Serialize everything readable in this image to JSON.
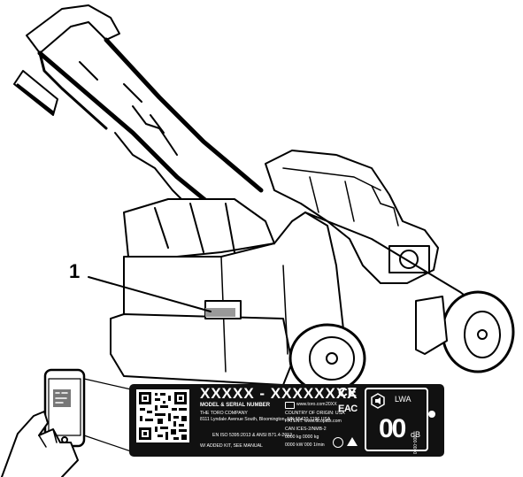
{
  "callout": {
    "number": "1"
  },
  "plate": {
    "model_serial": "XXXXX - XXXXXXXX",
    "model_serial_label": "MODEL & SERIAL NUMBER",
    "company": "THE TORO COMPANY",
    "address": "8111 Lyndale Avenue South, Bloomington, MN 55420-1196 USA",
    "standards": "EN ISO 5395:2013 & ANSI B71.4-2012",
    "added_kit": "W/ ADDED KIT, SEE MANUAL",
    "website": "www.toro.com",
    "year": "20XX",
    "country_of_origin": "COUNTRY OF ORIGIN: USA",
    "patent": "PATENT: www.ttcopats.com",
    "can_ices": "CAN ICES-2/NMB-2",
    "weight_line": "0000 kg  0000 kg",
    "power_line": "0000 kW  000 1/min",
    "ce_mark": "CE",
    "eac_mark": "EAC",
    "lwa_label": "LWA",
    "db_value": "00",
    "db_unit": "dB",
    "side_code": "000-0000"
  },
  "icons": [
    "qr-code-icon",
    "book-icon",
    "sound-power-icon",
    "smartphone-icon",
    "hand-icon"
  ]
}
